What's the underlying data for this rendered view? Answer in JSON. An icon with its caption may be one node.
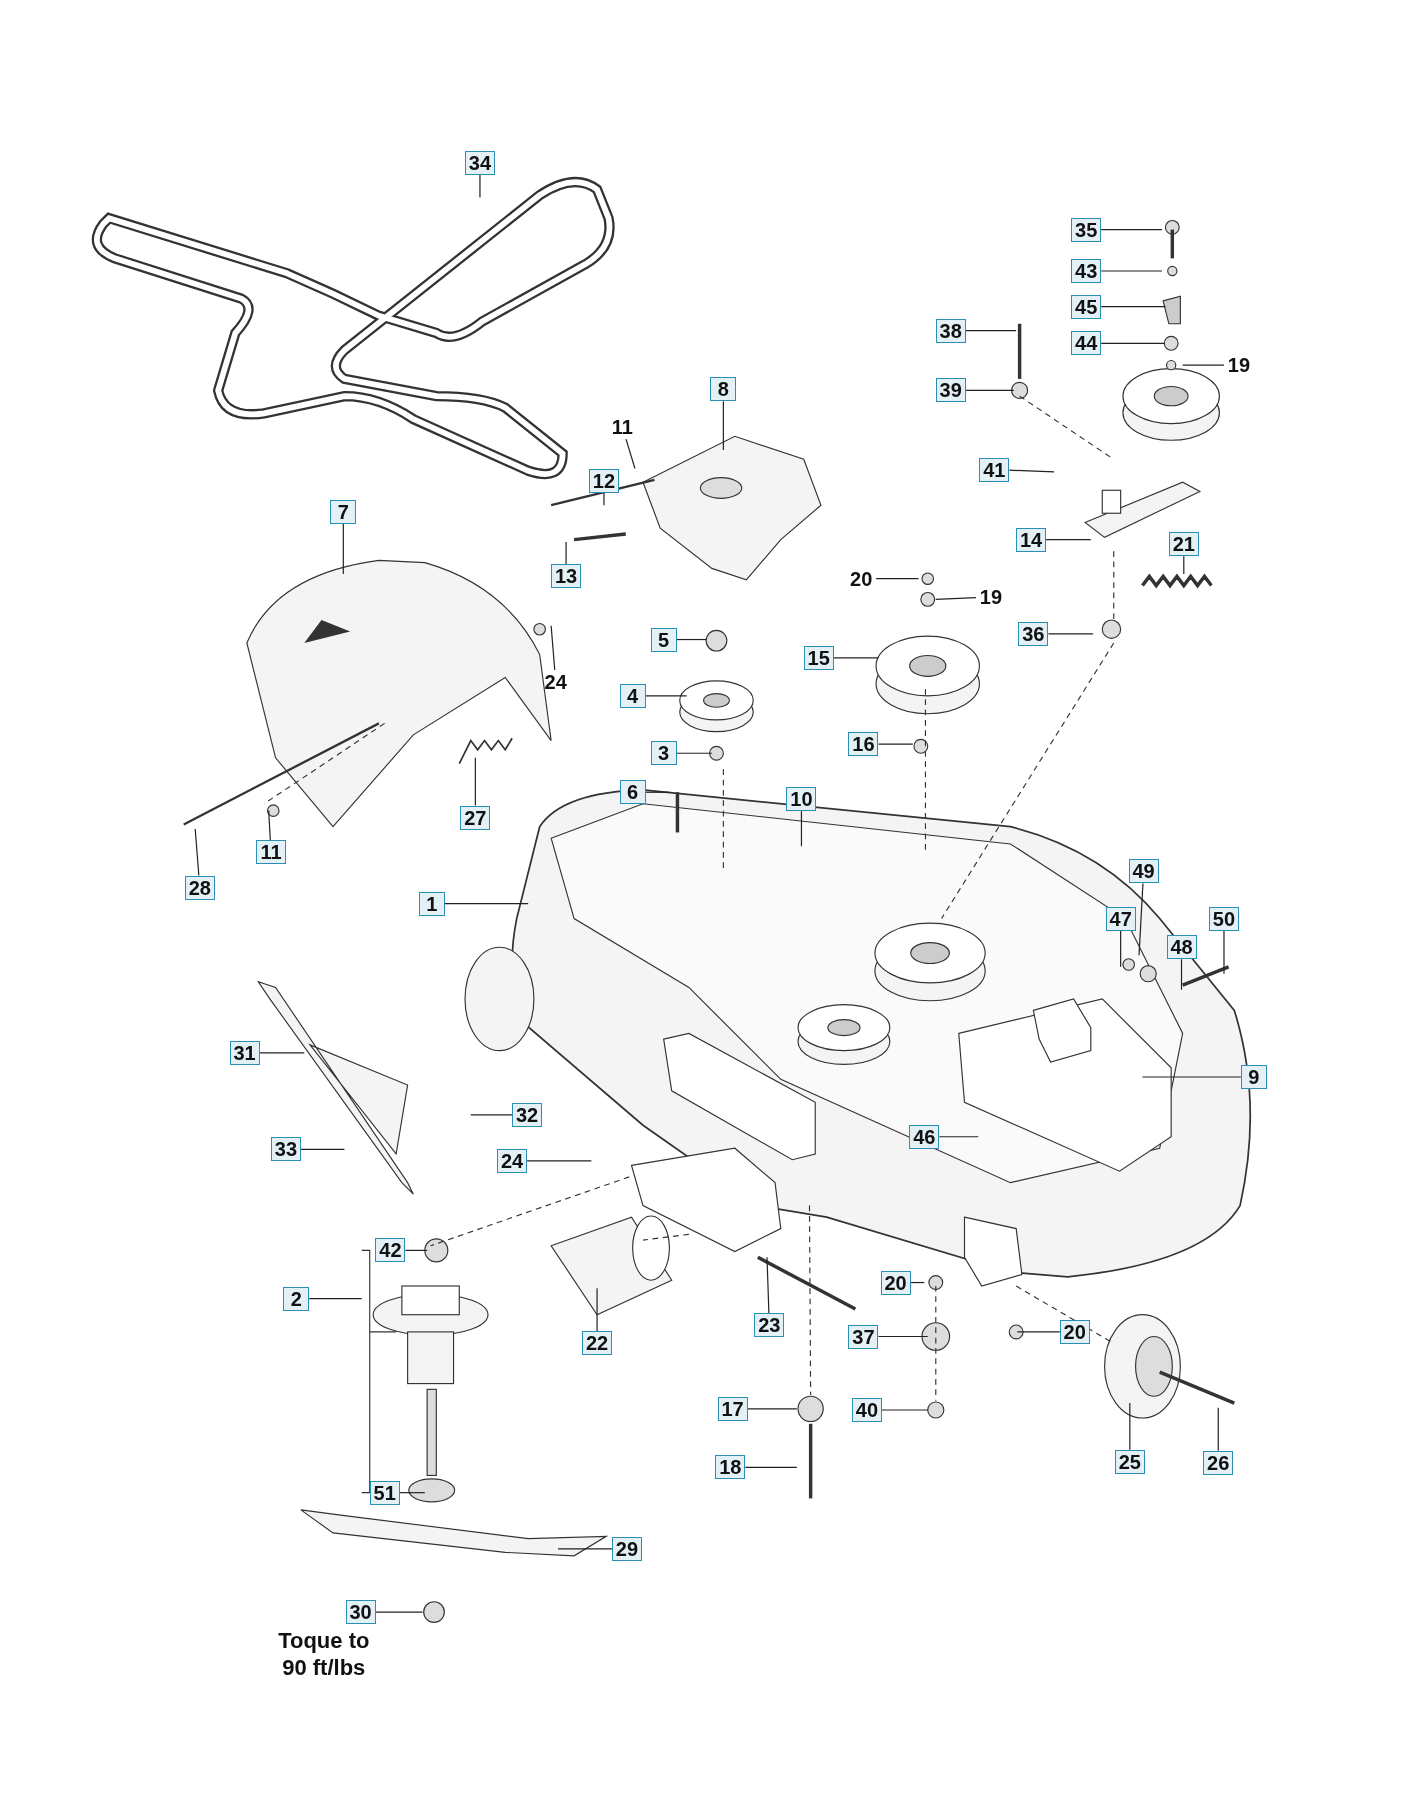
{
  "diagram": {
    "nodes": [
      {
        "text": [
          "34"
        ]
      },
      {
        "text": [
          "35"
        ]
      },
      {
        "text": [
          "43"
        ]
      },
      {
        "text": [
          "45"
        ]
      },
      {
        "text": [
          "38"
        ]
      },
      {
        "text": [
          "44"
        ]
      },
      {
        "text": [
          "19"
        ]
      },
      {
        "text": [
          "39"
        ]
      },
      {
        "text": [
          "8"
        ]
      },
      {
        "text": [
          "11"
        ]
      },
      {
        "text": [
          "12"
        ]
      },
      {
        "text": [
          "41"
        ]
      },
      {
        "text": [
          "7"
        ]
      },
      {
        "text": [
          "13"
        ]
      },
      {
        "text": [
          "14"
        ]
      },
      {
        "text": [
          "21"
        ]
      },
      {
        "text": [
          "20"
        ]
      },
      {
        "text": [
          "19"
        ]
      },
      {
        "text": [
          "5"
        ]
      },
      {
        "text": [
          "36"
        ]
      },
      {
        "text": [
          "15"
        ]
      },
      {
        "text": [
          "24"
        ]
      },
      {
        "text": [
          "4"
        ]
      },
      {
        "text": [
          "3"
        ]
      },
      {
        "text": [
          "16"
        ]
      },
      {
        "text": [
          "6"
        ]
      },
      {
        "text": [
          "10"
        ]
      },
      {
        "text": [
          "27"
        ]
      },
      {
        "text": [
          "11"
        ]
      },
      {
        "text": [
          "28"
        ]
      },
      {
        "text": [
          "1"
        ]
      },
      {
        "text": [
          "49"
        ]
      },
      {
        "text": [
          "47"
        ]
      },
      {
        "text": [
          "50"
        ]
      },
      {
        "text": [
          "48"
        ]
      },
      {
        "text": [
          "31"
        ]
      },
      {
        "text": [
          "9"
        ]
      },
      {
        "text": [
          "32"
        ]
      },
      {
        "text": [
          "46"
        ]
      },
      {
        "text": [
          "33"
        ]
      },
      {
        "text": [
          "24"
        ]
      },
      {
        "text": [
          "42"
        ]
      },
      {
        "text": [
          "2"
        ]
      },
      {
        "text": [
          "20"
        ]
      },
      {
        "text": [
          "23"
        ]
      },
      {
        "text": [
          "22"
        ]
      },
      {
        "text": [
          "37"
        ]
      },
      {
        "text": [
          "20"
        ]
      },
      {
        "text": [
          "17"
        ]
      },
      {
        "text": [
          "40"
        ]
      },
      {
        "text": [
          "18"
        ]
      },
      {
        "text": [
          "25"
        ]
      },
      {
        "text": [
          "26"
        ]
      },
      {
        "text": [
          "51"
        ]
      },
      {
        "text": [
          "29"
        ]
      },
      {
        "text": [
          "30"
        ]
      }
    ],
    "edges": [
      {
        "from": 0,
        "to": null,
        "arrow": "none"
      },
      {
        "from": 1,
        "to": null,
        "arrow": "none"
      },
      {
        "from": 2,
        "to": null,
        "arrow": "none"
      },
      {
        "from": 3,
        "to": null,
        "arrow": "none"
      },
      {
        "from": 4,
        "to": null,
        "arrow": "none"
      },
      {
        "from": 5,
        "to": null,
        "arrow": "none"
      },
      {
        "from": 6,
        "to": null,
        "arrow": "none"
      },
      {
        "from": 7,
        "to": null,
        "arrow": "none"
      },
      {
        "from": 8,
        "to": null,
        "arrow": "none"
      },
      {
        "from": 9,
        "to": null,
        "arrow": "none"
      },
      {
        "from": 10,
        "to": null,
        "arrow": "none"
      },
      {
        "from": 11,
        "to": null,
        "arrow": "none"
      },
      {
        "from": 12,
        "to": null,
        "arrow": "none"
      },
      {
        "from": 13,
        "to": null,
        "arrow": "none"
      },
      {
        "from": 14,
        "to": null,
        "arrow": "none"
      },
      {
        "from": 15,
        "to": null,
        "arrow": "none"
      },
      {
        "from": 16,
        "to": null,
        "arrow": "none"
      },
      {
        "from": 17,
        "to": null,
        "arrow": "none"
      },
      {
        "from": 18,
        "to": null,
        "arrow": "none"
      },
      {
        "from": 19,
        "to": null,
        "arrow": "none"
      },
      {
        "from": 20,
        "to": null,
        "arrow": "none"
      },
      {
        "from": 21,
        "to": null,
        "arrow": "none"
      },
      {
        "from": 22,
        "to": null,
        "arrow": "none"
      },
      {
        "from": 23,
        "to": null,
        "arrow": "none"
      },
      {
        "from": 24,
        "to": null,
        "arrow": "none"
      },
      {
        "from": 25,
        "to": null,
        "arrow": "none"
      },
      {
        "from": 26,
        "to": null,
        "arrow": "none"
      },
      {
        "from": 27,
        "to": null,
        "arrow": "none"
      },
      {
        "from": 28,
        "to": null,
        "arrow": "none"
      },
      {
        "from": 29,
        "to": null,
        "arrow": "none"
      },
      {
        "from": 30,
        "to": null,
        "arrow": "none"
      },
      {
        "from": 31,
        "to": null,
        "arrow": "none"
      },
      {
        "from": 32,
        "to": null,
        "arrow": "none"
      },
      {
        "from": 33,
        "to": null,
        "arrow": "none"
      },
      {
        "from": 34,
        "to": null,
        "arrow": "none"
      },
      {
        "from": 35,
        "to": null,
        "arrow": "none"
      },
      {
        "from": 36,
        "to": null,
        "arrow": "none"
      },
      {
        "from": 37,
        "to": null,
        "arrow": "none"
      },
      {
        "from": 38,
        "to": null,
        "arrow": "none"
      },
      {
        "from": 39,
        "to": null,
        "arrow": "none"
      },
      {
        "from": 40,
        "to": null,
        "arrow": "none"
      },
      {
        "from": 41,
        "to": null,
        "arrow": "none"
      },
      {
        "from": 42,
        "to": null,
        "arrow": "none"
      },
      {
        "from": 43,
        "to": null,
        "arrow": "none"
      },
      {
        "from": 44,
        "to": null,
        "arrow": "none"
      },
      {
        "from": 45,
        "to": null,
        "arrow": "none"
      },
      {
        "from": 46,
        "to": null,
        "arrow": "none"
      },
      {
        "from": 47,
        "to": null,
        "arrow": "none"
      },
      {
        "from": 48,
        "to": null,
        "arrow": "none"
      },
      {
        "from": 49,
        "to": null,
        "arrow": "none"
      },
      {
        "from": 50,
        "to": null,
        "arrow": "none"
      },
      {
        "from": 51,
        "to": null,
        "arrow": "none"
      },
      {
        "from": 52,
        "to": null,
        "arrow": "none"
      },
      {
        "from": 53,
        "to": null,
        "arrow": "none"
      },
      {
        "from": 54,
        "to": null,
        "arrow": "none"
      },
      {
        "from": 55,
        "to": null,
        "arrow": "none"
      }
    ],
    "labels": [
      "Toque to 90 ft/lbs"
    ]
  }
}
